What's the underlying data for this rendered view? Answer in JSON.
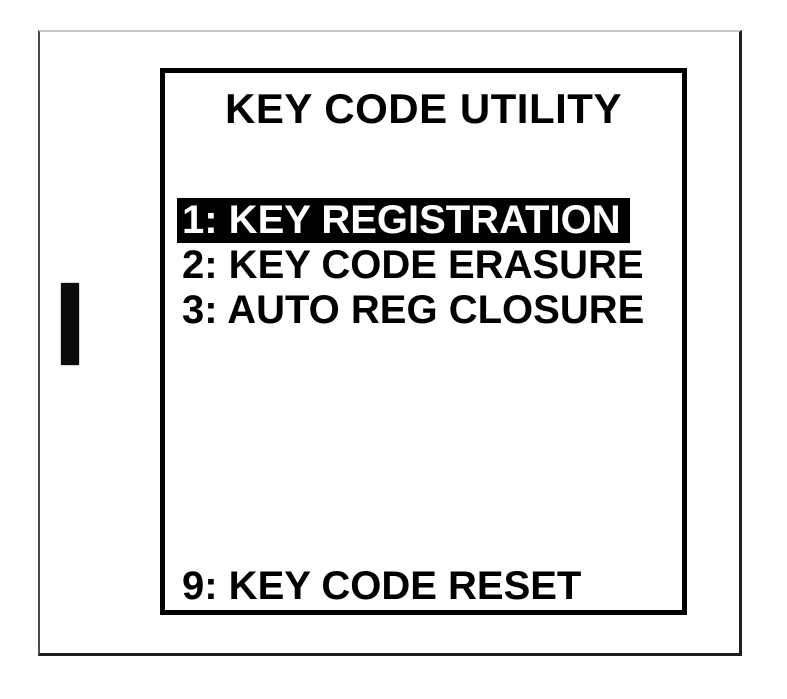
{
  "screen": {
    "title": "KEY CODE UTILITY",
    "menu": {
      "items": [
        {
          "label": "1: KEY REGISTRATION",
          "selected": true
        },
        {
          "label": "2: KEY CODE ERASURE",
          "selected": false
        },
        {
          "label": "3: AUTO REG CLOSURE",
          "selected": false
        }
      ],
      "footer_item": {
        "label": "9: KEY CODE RESET",
        "selected": false
      }
    },
    "colors": {
      "foreground": "#000000",
      "background": "#ffffff",
      "selected_background": "#000000",
      "selected_text": "#ffffff",
      "screen_border": "#000000",
      "outer_frame_border": "#1f1f1f"
    }
  }
}
